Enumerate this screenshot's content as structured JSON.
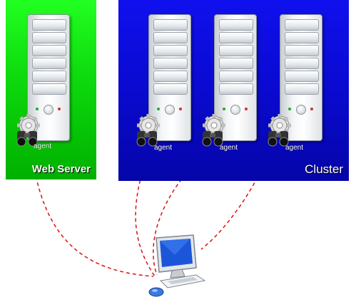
{
  "panels": {
    "web_server": {
      "title": "Web Server",
      "color": "#11dd11"
    },
    "cluster": {
      "title": "Cluster",
      "color": "#0a0ad0"
    }
  },
  "agents": [
    {
      "label": "agent"
    },
    {
      "label": "agent"
    },
    {
      "label": "agent"
    },
    {
      "label": "agent"
    }
  ],
  "connection_color": "#dd1111",
  "icons": [
    "server-icon",
    "agent-gear-binoculars-icon",
    "client-computer-icon"
  ]
}
